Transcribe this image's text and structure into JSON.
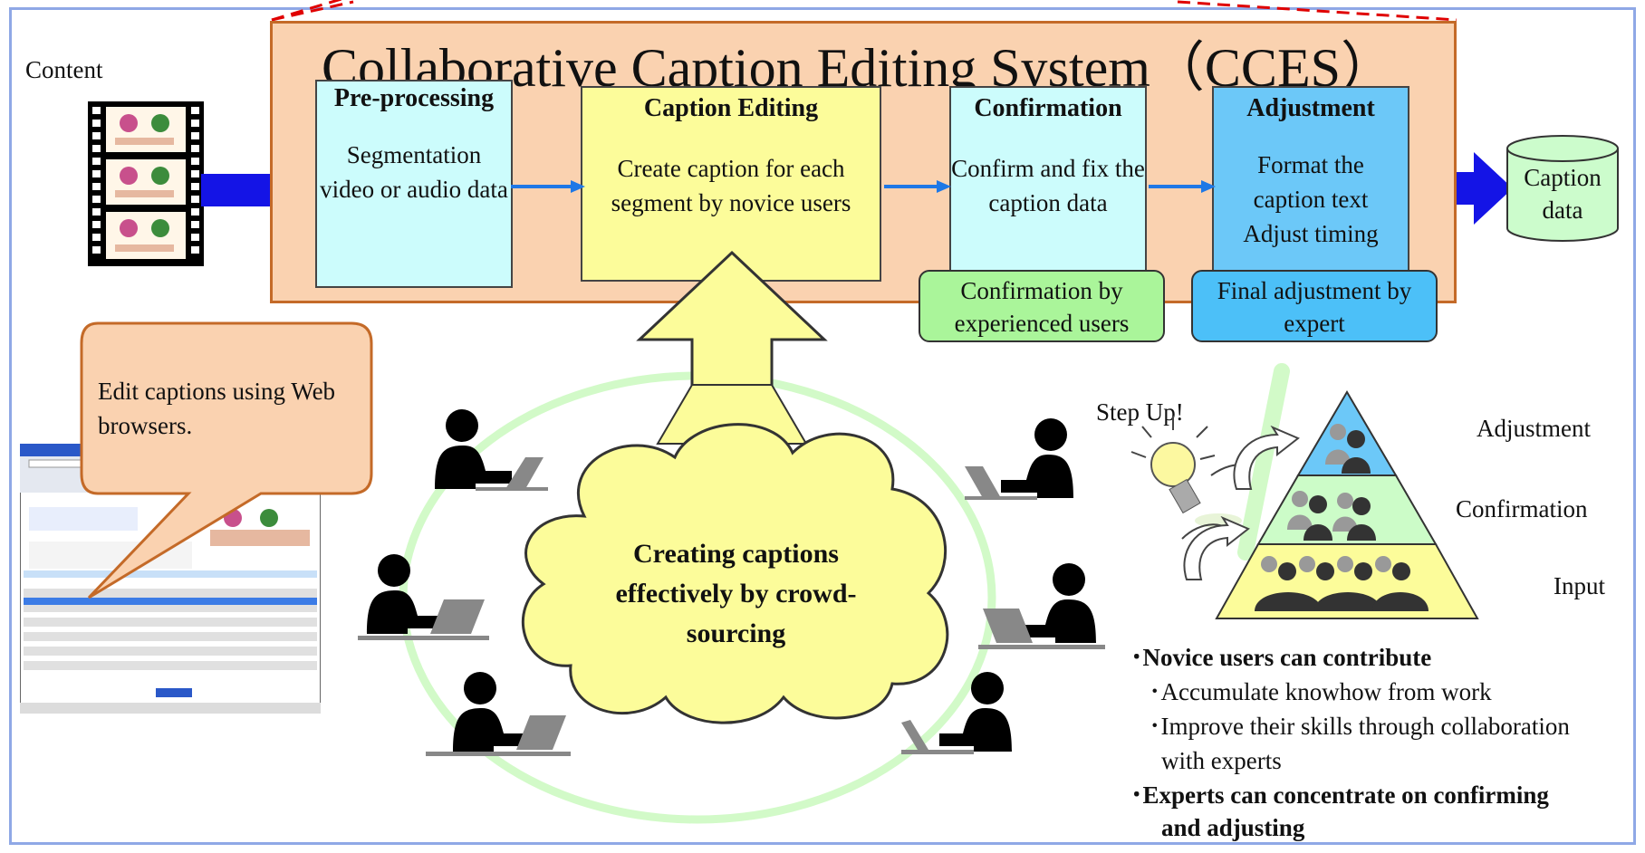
{
  "content_label": "Content",
  "system_title": "Collaborative Caption Editing System（CCES）",
  "stages": [
    {
      "title": "Pre-processing",
      "body": "Segmentation video or audio data",
      "color": "#ccfcfc"
    },
    {
      "title": "Caption Editing",
      "body": "Create caption for each segment by novice users",
      "color": "#fcfc9a"
    },
    {
      "title": "Confirmation",
      "body": "Confirm and fix the caption data",
      "color": "#ccfccc"
    },
    {
      "title": "Adjustment",
      "body": "Format the caption text Adjust timing",
      "color": "#6cc8f8"
    }
  ],
  "sub_labels": {
    "confirmation": "Confirmation by experienced users",
    "adjustment": "Final adjustment by expert"
  },
  "output_label": "Caption data",
  "callout": "Edit captions using Web browsers.",
  "cloud_text": "Creating captions effectively by crowd-sourcing",
  "step_up": "Step Up!",
  "pyramid_levels": [
    "Adjustment",
    "Confirmation",
    "Input"
  ],
  "bullets": {
    "main1": "･Novice users can contribute",
    "sub1": "･Accumulate knowhow from work",
    "sub2a": "･Improve their skills through collaboration",
    "sub2b": "with experts",
    "main2a": "･Experts can concentrate on confirming",
    "main2b": "and adjusting"
  },
  "colors": {
    "arrow_blue": "#1414e6",
    "flow_arrow": "#1e78e6",
    "system_bg": "#fad2b0",
    "cloud": "#fcfc9a",
    "callout": "#fad2b0",
    "pill_green": "#aaf59a",
    "pill_blue": "#4cc0f8",
    "ring": "#d2fac8"
  }
}
